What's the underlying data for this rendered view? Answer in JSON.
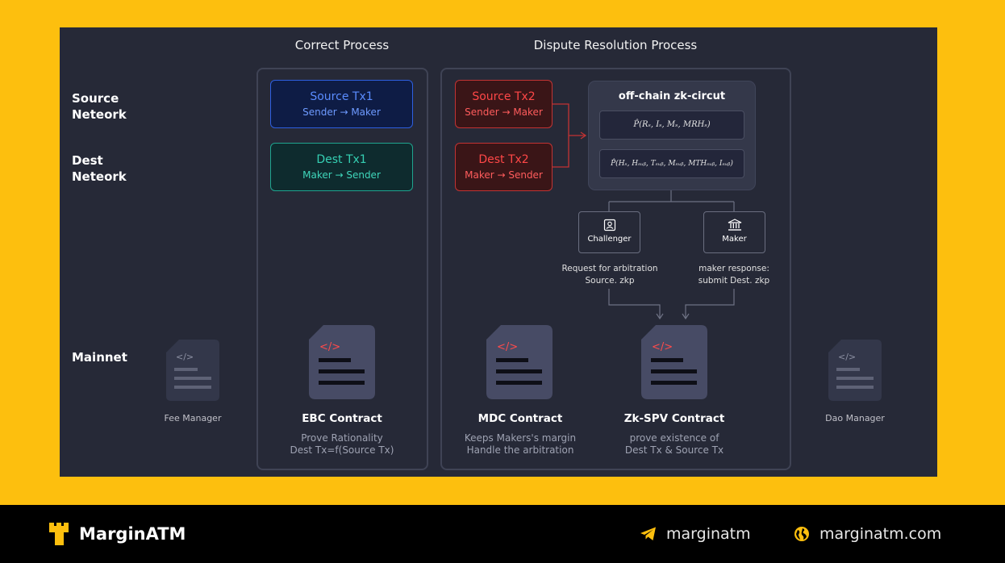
{
  "headers": {
    "correct_process": "Correct Process",
    "dispute_process": "Dispute Resolution Process"
  },
  "rows": {
    "source_line1": "Source",
    "source_line2": "Neteork",
    "dest_line1": "Dest",
    "dest_line2": "Neteork",
    "mainnet": "Mainnet"
  },
  "correct": {
    "source_tx_title": "Source Tx1",
    "source_tx_sub": "Sender → Maker",
    "dest_tx_title": "Dest Tx1",
    "dest_tx_sub": "Maker → Sender"
  },
  "dispute": {
    "source_tx_title": "Source Tx2",
    "source_tx_sub": "Sender → Maker",
    "dest_tx_title": "Dest Tx2",
    "dest_tx_sub": "Maker → Sender",
    "circuit_title": "off-chain zk-circut",
    "formula1": "P̂(Rₛ, Iₛ, Mₛ, MRHₛ)",
    "formula2": "P̂(Hₛ, Hₛᵤᵦ, Tₛᵤᵦ, Mₛᵤᵦ, MTHₛᵤᵦ, Iₛᵤᵦ)",
    "challenger_label": "Challenger",
    "maker_label": "Maker",
    "challenger_note_1": "Request for arbitration",
    "challenger_note_2": "Source. zkp",
    "maker_note_1": "maker response:",
    "maker_note_2": "submit Dest. zkp"
  },
  "contracts": {
    "fee_manager": "Fee Manager",
    "ebc_name": "EBC Contract",
    "ebc_desc_1": "Prove Rationality",
    "ebc_desc_2": "Dest Tx=f(Source Tx)",
    "mdc_name": "MDC Contract",
    "mdc_desc_1": "Keeps Makers's margin",
    "mdc_desc_2": "Handle the arbitration",
    "zkspv_name": "Zk-SPV Contract",
    "zkspv_desc_1": "prove existence of",
    "zkspv_desc_2": "Dest Tx & Source Tx",
    "dao_manager": "Dao Manager",
    "code_glyph": "</>"
  },
  "footer": {
    "brand": "MarginATM",
    "telegram": "marginatm",
    "website": "marginatm.com"
  },
  "colors": {
    "background": "#FDBF0E",
    "panel": "#262937",
    "code_accent": "#FF4B4B",
    "source_blue": "#2E5FE0",
    "dest_green": "#1FA48F",
    "dispute_red": "#C23333"
  },
  "icons": [
    "document-code-icon",
    "user-badge-icon",
    "bank-icon",
    "logo-icon",
    "telegram-icon",
    "globe-icon"
  ]
}
